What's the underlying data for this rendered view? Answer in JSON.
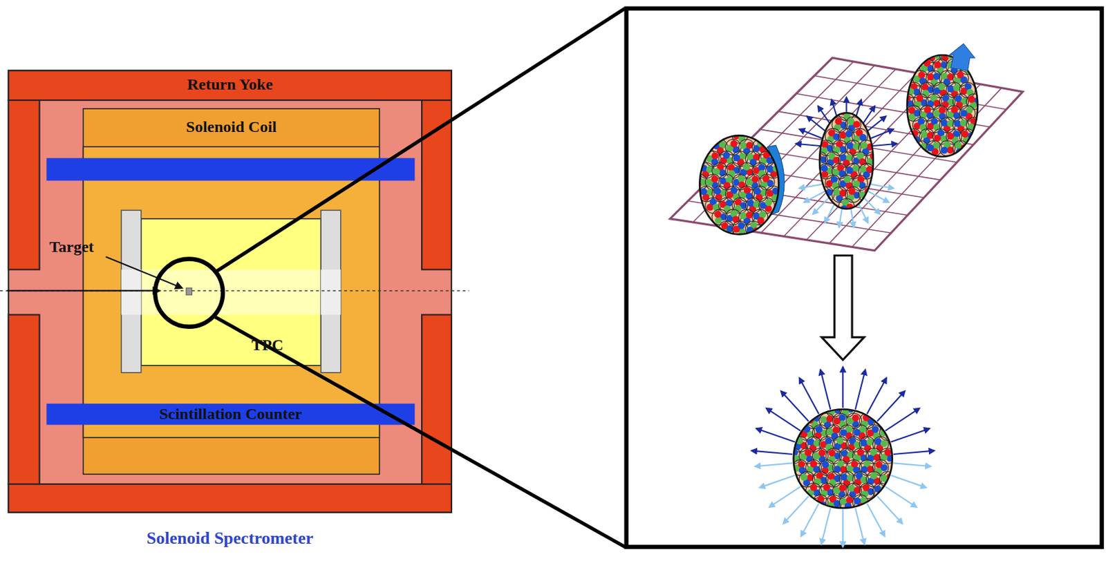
{
  "diagram": {
    "caption": "Solenoid Spectrometer",
    "nodes": [
      {
        "text": [
          "Return Yoke"
        ]
      },
      {
        "text": [
          "Solenoid Coil"
        ],
        "in": 0
      },
      {
        "text": [
          "TPC"
        ],
        "in": 1
      },
      {
        "text": [
          "Scintillation Counter"
        ],
        "in": 0
      }
    ],
    "labels": [
      "Target"
    ]
  }
}
